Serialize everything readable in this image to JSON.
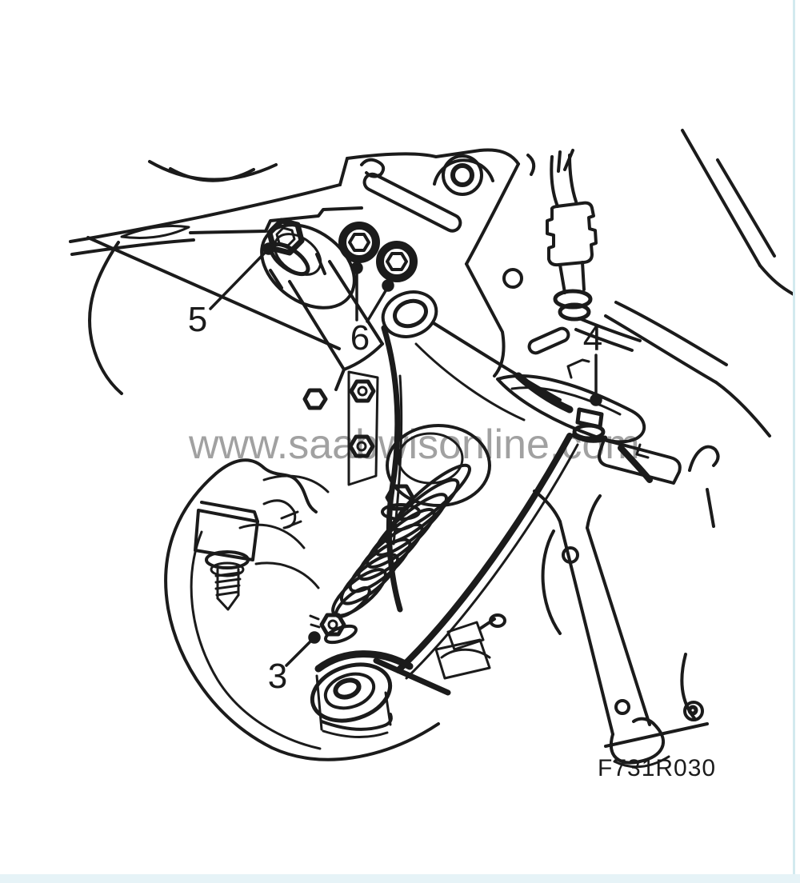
{
  "figure": {
    "watermark": "www.saabwisonline.com",
    "code": "F731R030"
  },
  "callouts": [
    {
      "label": "5"
    },
    {
      "label": "6"
    },
    {
      "label": "4"
    },
    {
      "label": "3"
    }
  ],
  "colors": {
    "line": "#1b1b1b",
    "watermark": "#979797",
    "frame_right": "#d3eaef",
    "frame_bottom": "#e6f3f7",
    "background": "#ffffff"
  }
}
